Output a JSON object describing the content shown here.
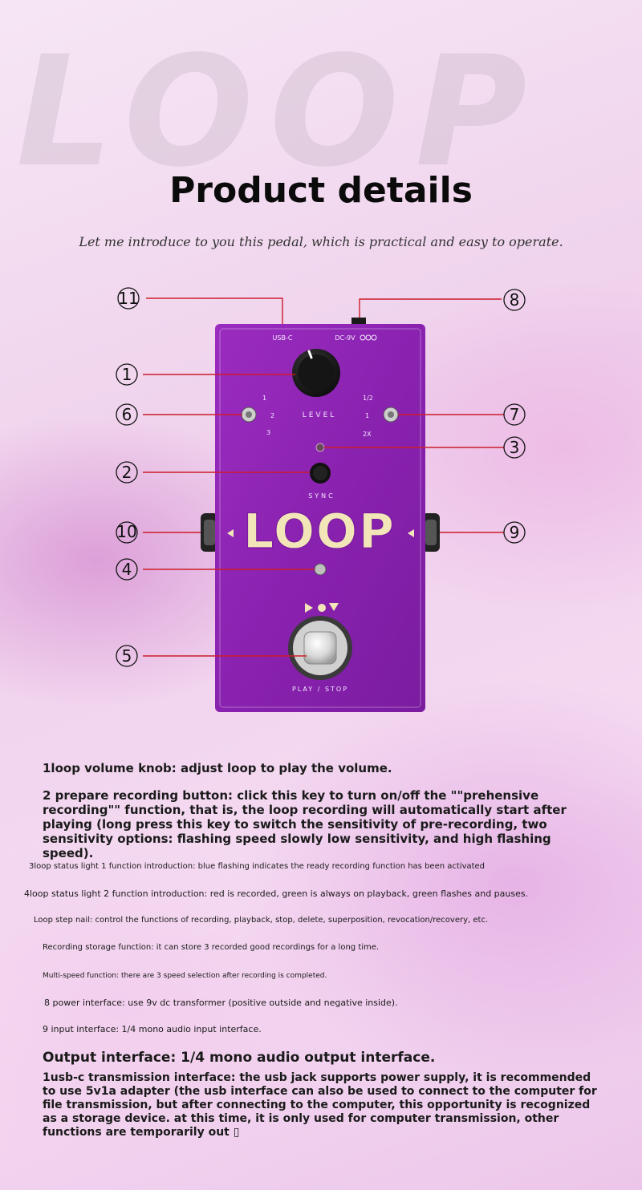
{
  "watermark": "LOOP",
  "title": "Product details",
  "subtitle": "Let me introduce to you this pedal, which is practical and easy to operate.",
  "pedal": {
    "usb_label": "USB-C",
    "dc_label": "DC-9V",
    "level_label": "LEVEL",
    "sync_label": "SYNC",
    "logo": "LOOP",
    "footswitch_label": "PLAY / STOP",
    "left_switch_labels": [
      "1",
      "2",
      "3"
    ],
    "right_switch_labels": [
      "1/2",
      "1",
      "2X"
    ],
    "colors": {
      "body": "#8a22b0",
      "logo": "#f2e6b8",
      "knob": "#1a1a1a"
    }
  },
  "callouts": [
    "1",
    "2",
    "3",
    "4",
    "5",
    "6",
    "7",
    "8",
    "9",
    "10",
    "11"
  ],
  "descriptions": [
    "1loop volume knob: adjust loop to play the volume.",
    "2 prepare recording button: click this key to turn on/off the \"\"prehensive recording\"\" function, that is, the loop recording will automatically start after playing (long press this key to switch the sensitivity of pre-recording, two sensitivity options: flashing speed slowly low sensitivity, and high flashing speed).",
    "3loop status light 1 function introduction: blue flashing indicates the ready recording function has been activated",
    "4loop status light 2 function introduction: red is recorded, green is always on playback, green flashes and pauses.",
    "Loop step nail: control the functions of recording, playback, stop, delete, superposition, revocation/recovery, etc.",
    "Recording storage function: it can store 3 recorded good recordings for a long time.",
    "Multi-speed function: there are 3 speed selection after recording is completed.",
    "8 power interface: use 9v dc transformer (positive outside and negative inside).",
    "9 input interface: 1/4 mono audio input interface.",
    "Output interface: 1/4 mono audio output interface.",
    "1usb-c transmission interface: the usb jack supports power supply, it is recommended to use 5v1a adapter (the usb interface can also be used to connect to the computer for file transmission, but after connecting to the computer, this opportunity is recognized as a storage device. at this time, it is only used for computer transmission, other functions are temporarily out ▯"
  ]
}
